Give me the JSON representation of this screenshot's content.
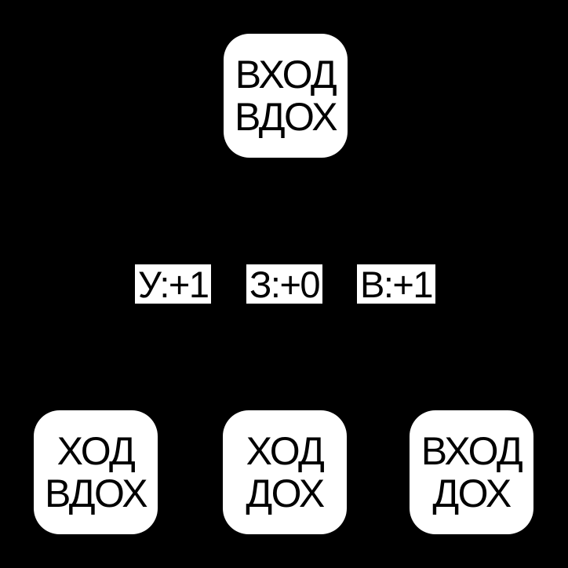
{
  "colors": {
    "background": "#000000",
    "node_fill": "#ffffff",
    "node_text": "#000000",
    "label_bg": "#ffffff",
    "label_text": "#000000"
  },
  "tree": {
    "root": {
      "line1": "ВХОД",
      "line2": "ВДОХ"
    },
    "edges": [
      {
        "label": "У:+1"
      },
      {
        "label": "З:+0"
      },
      {
        "label": "В:+1"
      }
    ],
    "children": [
      {
        "line1": "ХОД",
        "line2": "ВДОХ"
      },
      {
        "line1": "ХОД",
        "line2": "ДОХ"
      },
      {
        "line1": "ВХОД",
        "line2": "ДОХ"
      }
    ]
  }
}
